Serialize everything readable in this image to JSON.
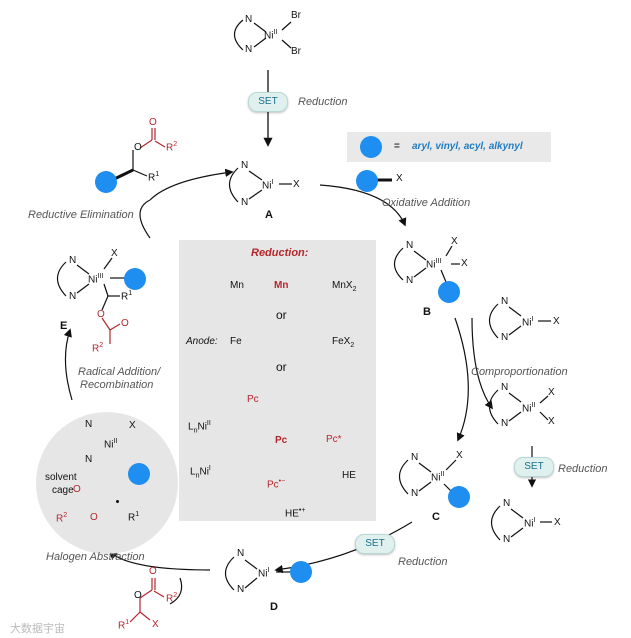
{
  "colors": {
    "blue_dot": "#1e8ef0",
    "red_accent": "#b5272d",
    "label_gray": "#555555",
    "legend_text": "#1f7bc2",
    "set_bg": "#dff0ef",
    "panel_bg": "#e6e6e6"
  },
  "legend": {
    "equals": "=",
    "text": "aryl, vinyl, acyl, alkynyl"
  },
  "steps": {
    "set_label": "SET",
    "reduction": "Reduction",
    "oxidative_addition": "Oxidative Addition",
    "comproportionation": "Comproportionation",
    "reductive_elimination": "Reductive Elimination",
    "radical_addition_1": "Radical Addition/",
    "radical_addition_2": "Recombination",
    "halogen_abstraction": "Halogen Abstraction"
  },
  "compounds": {
    "A": "A",
    "B": "B",
    "C": "C",
    "D": "D",
    "E": "E"
  },
  "atoms": {
    "N": "N",
    "Br": "Br",
    "X": "X",
    "Ni_II": "Ni",
    "Ni_I": "Ni",
    "Ni_III": "Ni",
    "sup_II": "II",
    "sup_I": "I",
    "sup_III": "III",
    "R1": "R",
    "R2": "R",
    "sup1": "1",
    "sup2": "2",
    "O": "O"
  },
  "panel": {
    "title": "Reduction:",
    "mn_left": "Mn",
    "mn_center": "Mn",
    "mn_right": "MnX",
    "mn_right_sub": "2",
    "or1": "or",
    "anode": "Anode:",
    "fe_left": "Fe",
    "fe_right": "FeX",
    "fe_right_sub": "2",
    "or2": "or",
    "pc_top": "Pc",
    "pc_center": "Pc",
    "pc_star": "Pc*",
    "pc_rad": "Pc",
    "pc_rad_sup": "•−",
    "ln_top": "L",
    "ln_top_rest": "Ni",
    "ln_bottom": "L",
    "ln_bottom_rest": "Ni",
    "ln_sub": "n",
    "ln_top_sup": "II",
    "ln_bottom_sup": "I",
    "he": "HE",
    "he_plus": "HE",
    "he_plus_sup": "•+"
  },
  "cage": {
    "line1": "solvent",
    "line2": "cage"
  },
  "watermark": "大数据宇宙"
}
